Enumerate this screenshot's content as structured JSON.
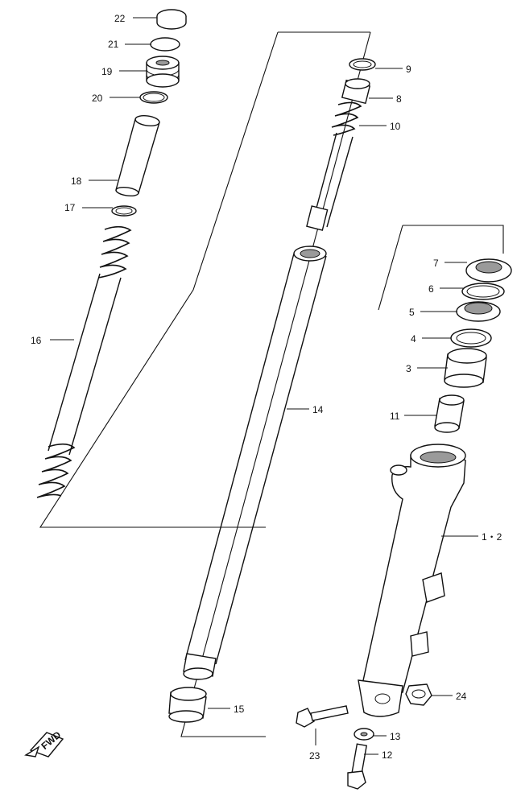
{
  "diagram": {
    "callouts": {
      "p22": "22",
      "p21": "21",
      "p19": "19",
      "p20": "20",
      "p18": "18",
      "p17": "17",
      "p16": "16",
      "p9": "9",
      "p8": "8",
      "p10": "10",
      "p7": "7",
      "p6": "6",
      "p5": "5",
      "p4": "4",
      "p3": "3",
      "p11": "11",
      "p14": "14",
      "p12_assembly": "1・2",
      "p15": "15",
      "p24": "24",
      "p13": "13",
      "p12": "12",
      "p23": "23"
    },
    "direction_label": "FWD"
  }
}
